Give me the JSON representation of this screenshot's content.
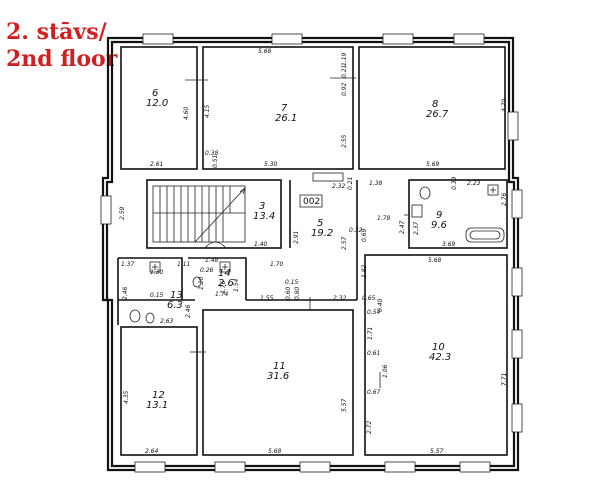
{
  "title": {
    "line1": "2. stāvs/",
    "line2": "2nd floor"
  },
  "tag": "002",
  "rooms": [
    {
      "id": "6",
      "num": "6",
      "area": "12.0"
    },
    {
      "id": "7",
      "num": "7",
      "area": "26.1"
    },
    {
      "id": "8",
      "num": "8",
      "area": "26.7"
    },
    {
      "id": "3",
      "num": "3",
      "area": "13.4"
    },
    {
      "id": "5",
      "num": "5",
      "area": "19.2"
    },
    {
      "id": "9",
      "num": "9",
      "area": "9.6"
    },
    {
      "id": "14",
      "num": "14",
      "area": "2.6"
    },
    {
      "id": "13",
      "num": "13",
      "area": "6.3"
    },
    {
      "id": "10",
      "num": "10",
      "area": "42.3"
    },
    {
      "id": "11",
      "num": "11",
      "area": "31.6"
    },
    {
      "id": "12",
      "num": "12",
      "area": "13.1"
    }
  ],
  "dimensions": [
    "5.68",
    "4.60",
    "2.61",
    "0.38",
    "0.51",
    "5.30",
    "4.15",
    "0.92",
    "2.55",
    "0.21",
    "1.19",
    "4.70",
    "5.69",
    "2.32",
    "0.21",
    "1.38",
    "2.23",
    "0.39",
    "2.76",
    "3.69",
    "2.37",
    "2.47",
    "1.78",
    "0.32",
    "0.69",
    "2.57",
    "2.91",
    "1.70",
    "1.40",
    "2.59",
    "1.37",
    "1.30",
    "1.11",
    "1.48",
    "1.20",
    "0.26",
    "1.76",
    "1.54",
    "1.74",
    "0.15",
    "0.60",
    "0.80",
    "1.55",
    "2.32",
    "1.82",
    "0.65",
    "0.40",
    "2.46",
    "0.15",
    "2.63",
    "2.46",
    "5.68",
    "1.71",
    "0.61",
    "1.06",
    "0.54",
    "0.67",
    "7.71",
    "2.72",
    "5.57",
    "5.57",
    "5.68",
    "4.35",
    "2.64"
  ]
}
